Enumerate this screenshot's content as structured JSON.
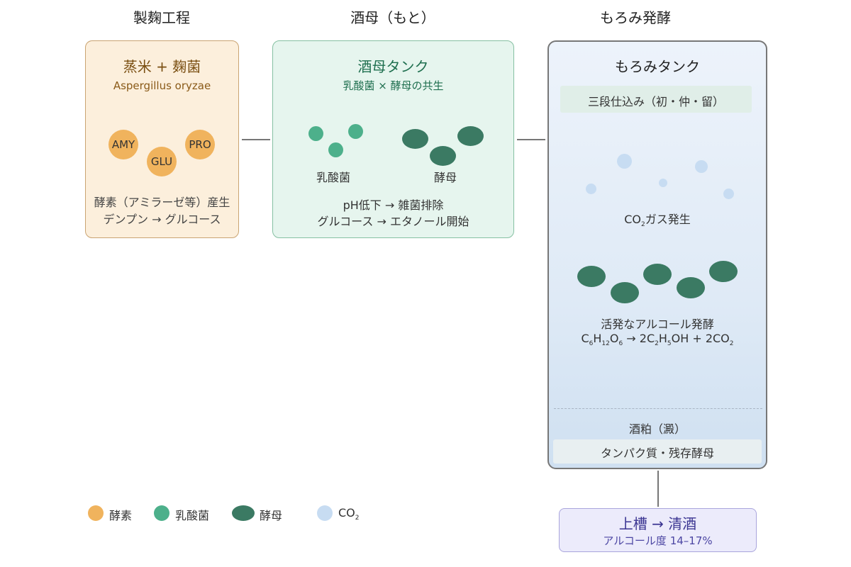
{
  "stages": {
    "koji_title": "製麹工程",
    "moto_title": "酒母（もと）",
    "moromi_title": "もろみ発酵"
  },
  "koji": {
    "heading": "蒸米 + 麹菌",
    "species": "Aspergillus oryzae",
    "enzymes": [
      "AMY",
      "GLU",
      "PRO"
    ],
    "desc1": "酵素（アミラーゼ等）産生",
    "desc2": "デンプン → グルコース"
  },
  "moto": {
    "heading": "酒母タンク",
    "subheading": "乳酸菌 × 酵母の共生",
    "lab_label": "乳酸菌",
    "yeast_label": "酵母",
    "desc1": "pH低下 → 雑菌排除",
    "desc2": "グルコース → エタノール開始"
  },
  "moromi": {
    "heading": "もろみタンク",
    "stage_note": "三段仕込み（初・仲・留）",
    "co2_label_pre": "CO",
    "co2_label_sub": "2",
    "co2_label_post": "ガス発生",
    "ferment_label": "活発なアルコール発酵",
    "equation": {
      "parts": [
        "C",
        "6",
        "H",
        "12",
        "O",
        "6",
        " → 2C",
        "2",
        "H",
        "5",
        "OH + 2CO",
        "2"
      ]
    },
    "lees_label": "酒粕（澱）",
    "lees_desc": "タンパク質・残存酵母"
  },
  "final": {
    "line1": "上槽 → 清酒",
    "line2": "アルコール度 14–17%"
  },
  "legend": {
    "enzyme": "酵素",
    "lab": "乳酸菌",
    "yeast": "酵母",
    "co2_pre": "CO",
    "co2_sub": "2"
  },
  "colors": {
    "enzyme": "#f0b35d",
    "lactic_acid_bacteria": "#4db08b",
    "yeast": "#3b7a63",
    "co2": "#c7dcf2",
    "koji_text": "#7a4f12",
    "moto_text": "#1f6f4f",
    "final_text": "#3b3592"
  }
}
